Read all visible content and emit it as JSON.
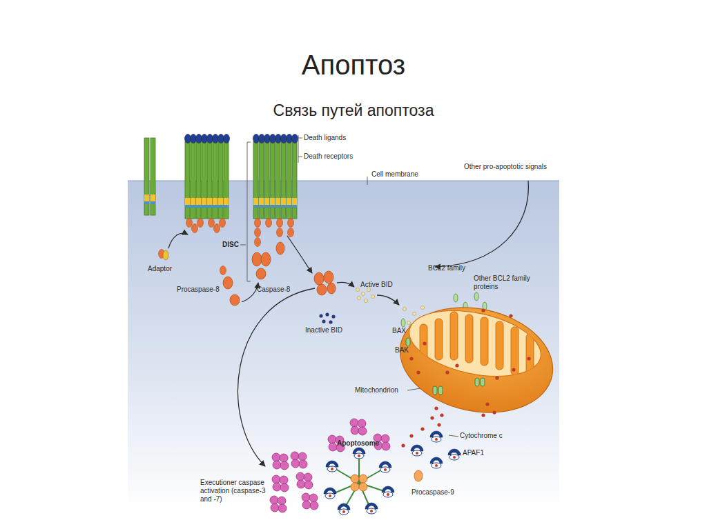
{
  "diagram": {
    "title": "Апоптоз",
    "caption": "Связь путей апоптоза",
    "labels": [
      "Death ligands",
      "Death receptors",
      "Cell membrane",
      "Other pro-apoptotic signals",
      "Adaptor",
      "DISC",
      "Procaspase-8",
      "Caspase-8",
      "Active BID",
      "Inactive BID",
      "BCL2 family",
      "Other BCL2 family proteins",
      "BAX",
      "BAK",
      "Mitochondrion",
      "Cytochrome c",
      "APAF1",
      "Apoptosome",
      "Procaspase-9",
      "Executioner caspase activation (caspase-3 and -7)"
    ]
  }
}
